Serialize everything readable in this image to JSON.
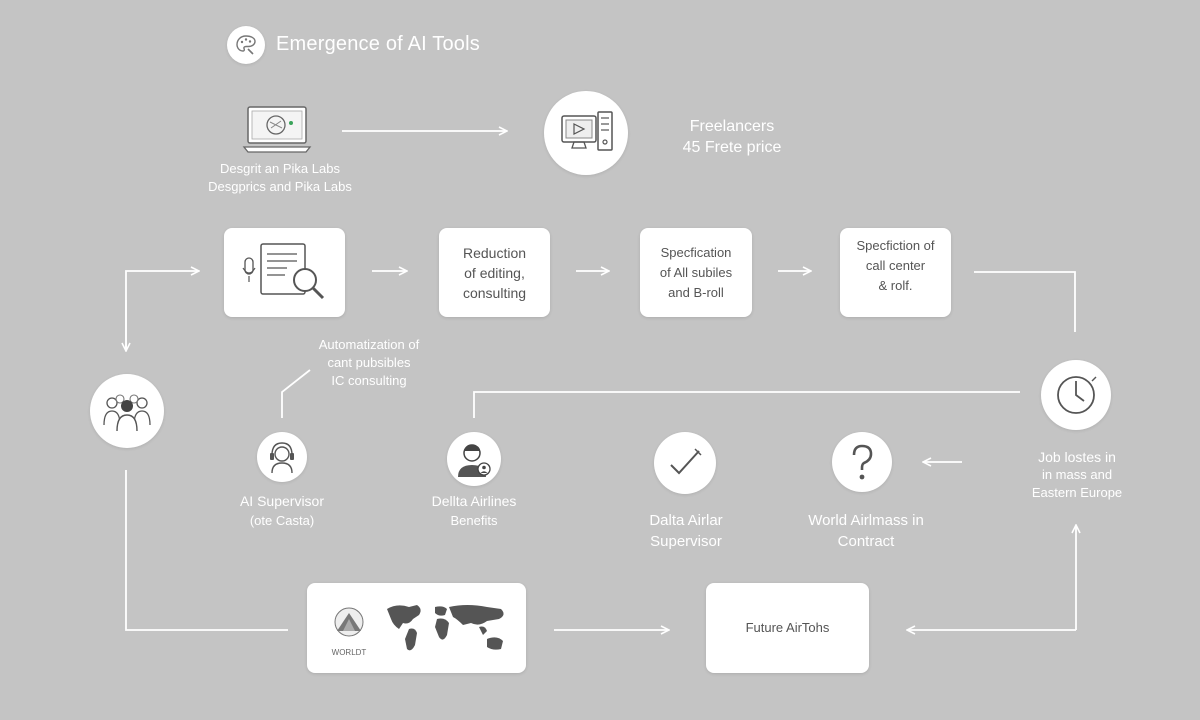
{
  "header": {
    "title": "Emergence of AI Tools",
    "icon": "palette-icon"
  },
  "top_row": {
    "laptop_caption": [
      "Desgrit an Pika Labs",
      "Desgprics and Pika Labs"
    ],
    "freelancers": {
      "title": "Freelancers",
      "subtitle": "45 Frete price"
    }
  },
  "process_row": {
    "box_reduction": [
      "Reduction",
      "of editing,",
      "consulting"
    ],
    "box_specification_a": [
      "Specfication",
      "of All subiles",
      "and B-roll"
    ],
    "box_specification_b": [
      "Specfiction of",
      "call center",
      "& rolf."
    ]
  },
  "middle": {
    "automation_note": [
      "Automatization of",
      "cant pubsibles",
      "IC consulting"
    ],
    "job_losses": [
      "Job lostes in",
      "in mass and",
      "Eastern Europe"
    ]
  },
  "people_row": {
    "ai_supervisor": [
      "AI Supervisor",
      "(ote Casta)"
    ],
    "delta_benefits": [
      "Dellta Airlines",
      "Benefits"
    ],
    "delta_supervisor": [
      "Dalta Airlar",
      "Supervisor"
    ],
    "world_airlines": [
      "World Airlmass in",
      "Contract"
    ]
  },
  "bottom_row": {
    "world_logo_text": "WORLDT",
    "future_box": "Future AirTohs"
  },
  "colors": {
    "background": "#c4c4c4",
    "box": "#ffffff",
    "line": "#ffffff",
    "text": "#555555"
  }
}
